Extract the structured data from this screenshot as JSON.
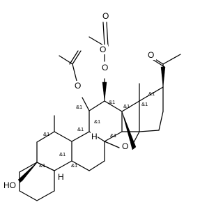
{
  "atoms": {
    "o_ketone": "O",
    "o_acetate_top": "O",
    "o_ester_upper": "O",
    "o_acetate_left": "O",
    "o_ester_left": "O",
    "o_epoxide": "O",
    "hydroxyl": "HO",
    "h_c9": "H",
    "h_c5": "H"
  },
  "stereo_marker": "&1",
  "stereo_count": 12
}
